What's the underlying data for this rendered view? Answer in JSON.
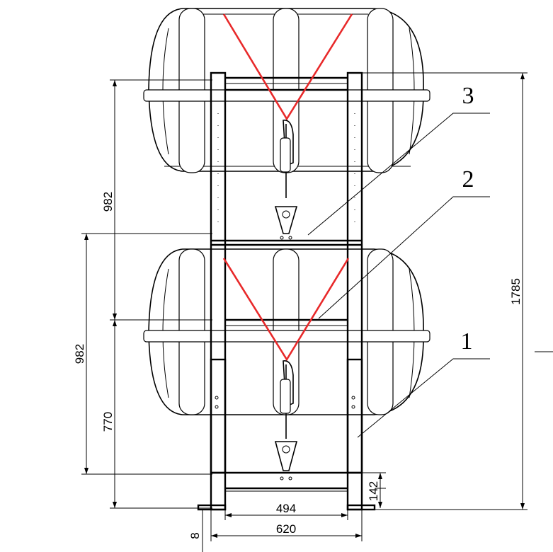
{
  "dimensions": {
    "upper_tier_height": "982",
    "lower_tier_height": "982",
    "lower_section_height": "770",
    "total_height": "1785",
    "base_offset": "142",
    "foot_thickness": "8",
    "inner_width": "494",
    "outer_width": "620"
  },
  "callouts": {
    "one": "1",
    "two": "2",
    "three": "3"
  },
  "colors": {
    "line": "#000000",
    "lashing": "#e8292a",
    "background": "#ffffff"
  }
}
